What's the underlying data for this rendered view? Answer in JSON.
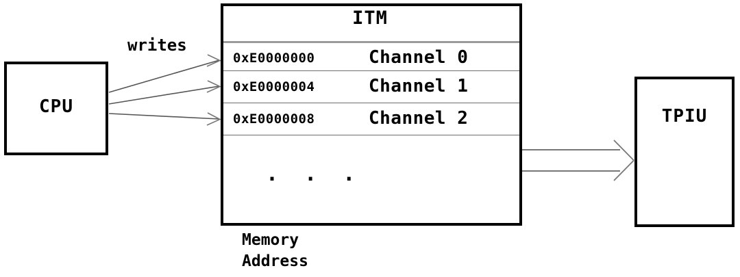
{
  "diagram": {
    "title_hidden": "",
    "nodes": {
      "cpu": {
        "label": "CPU"
      },
      "itm": {
        "label": "ITM",
        "caption": "Memory\nAddress"
      },
      "tpiu": {
        "label": "TPIU"
      }
    },
    "edges": {
      "writes": {
        "label": "writes"
      },
      "trace_stream": {
        "label": ""
      }
    },
    "itm_registers": {
      "rows": [
        {
          "address": "0xE0000000",
          "channel": "Channel 0"
        },
        {
          "address": "0xE0000004",
          "channel": "Channel 1"
        },
        {
          "address": "0xE0000008",
          "channel": "Channel 2"
        }
      ],
      "continuation": ". . ."
    },
    "colors": {
      "background": "#ffffff",
      "box_border": "#000000",
      "text": "#000000",
      "row_separator_thick": "#9a9a9a",
      "row_separator_thin": "#6e6e6e",
      "arrow": "#555555"
    }
  }
}
